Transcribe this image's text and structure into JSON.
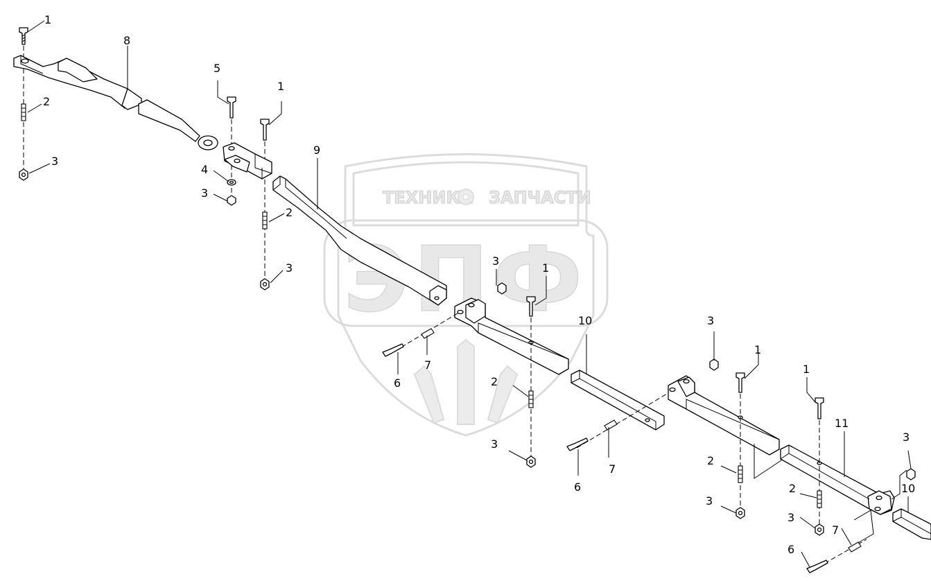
{
  "watermark": {
    "top_text_left": "ТЕХНИКА",
    "top_text_right": "ЗАПЧАСТИ",
    "big_text": "ЭПФ",
    "icon": "gear-icon"
  },
  "callouts": [
    {
      "id": "c1",
      "label": "1"
    },
    {
      "id": "c2",
      "label": "8"
    },
    {
      "id": "c3",
      "label": "2"
    },
    {
      "id": "c4",
      "label": "3"
    },
    {
      "id": "c5",
      "label": "5"
    },
    {
      "id": "c6",
      "label": "1"
    },
    {
      "id": "c7",
      "label": "4"
    },
    {
      "id": "c8",
      "label": "3"
    },
    {
      "id": "c9",
      "label": "2"
    },
    {
      "id": "c10",
      "label": "3"
    },
    {
      "id": "c11",
      "label": "9"
    },
    {
      "id": "c12",
      "label": "3"
    },
    {
      "id": "c13",
      "label": "1"
    },
    {
      "id": "c14",
      "label": "10"
    },
    {
      "id": "c15",
      "label": "7"
    },
    {
      "id": "c16",
      "label": "6"
    },
    {
      "id": "c17",
      "label": "2"
    },
    {
      "id": "c18",
      "label": "3"
    },
    {
      "id": "c19",
      "label": "7"
    },
    {
      "id": "c20",
      "label": "6"
    },
    {
      "id": "c21",
      "label": "3"
    },
    {
      "id": "c22",
      "label": "1"
    },
    {
      "id": "c23",
      "label": "1"
    },
    {
      "id": "c24",
      "label": "11"
    },
    {
      "id": "c25",
      "label": "2"
    },
    {
      "id": "c26",
      "label": "3"
    },
    {
      "id": "c27",
      "label": "2"
    },
    {
      "id": "c28",
      "label": "3"
    },
    {
      "id": "c29",
      "label": "7"
    },
    {
      "id": "c30",
      "label": "6"
    },
    {
      "id": "c31",
      "label": "3"
    },
    {
      "id": "c32",
      "label": "10"
    }
  ]
}
